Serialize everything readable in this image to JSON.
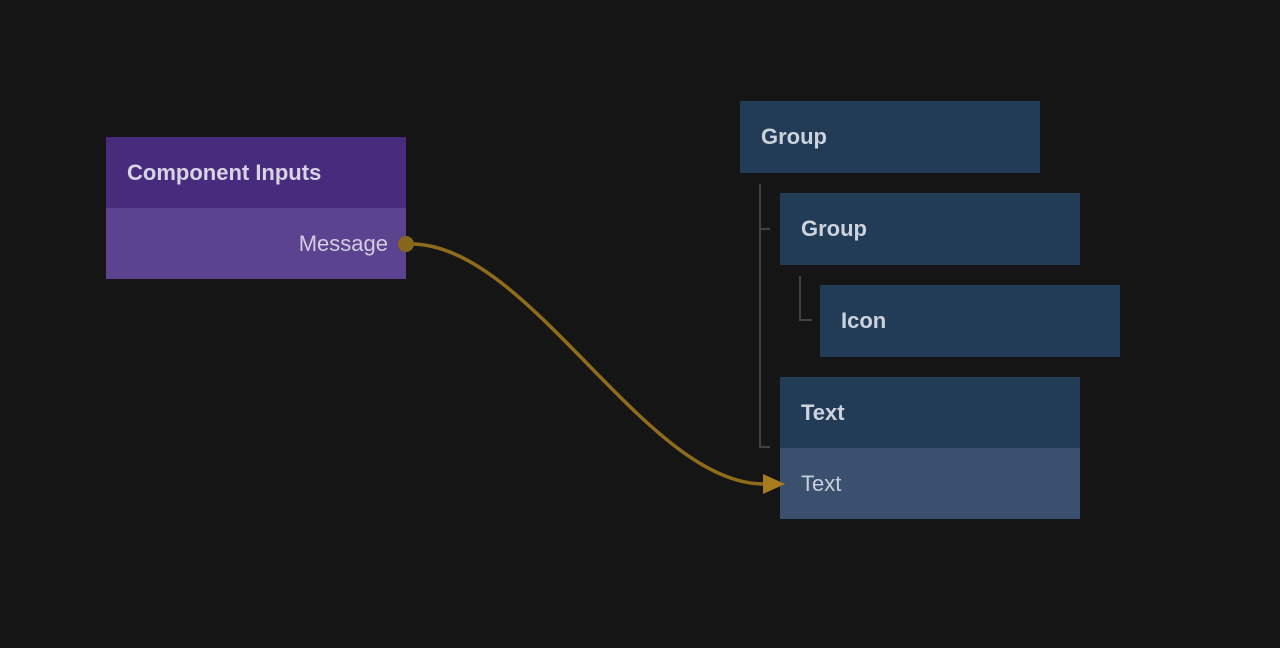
{
  "canvas": {
    "background_color": "#151515"
  },
  "component_node": {
    "title": "Component Inputs",
    "header_color": "#472c7d",
    "row_color": "#5b4390",
    "outputs": [
      {
        "label": "Message"
      }
    ]
  },
  "wire": {
    "color": "#8f6b1c",
    "arrow_color": "#a87c1e",
    "port_color": "#86651c"
  },
  "layer_tree": {
    "node_color": "#223c58",
    "highlight_row_color": "#3b506e",
    "connector_color": "#414141",
    "nodes": [
      {
        "label": "Group",
        "depth": 0
      },
      {
        "label": "Group",
        "depth": 1
      },
      {
        "label": "Icon",
        "depth": 2
      },
      {
        "label": "Text",
        "depth": 1,
        "input_row": {
          "label": "Text"
        }
      }
    ]
  }
}
